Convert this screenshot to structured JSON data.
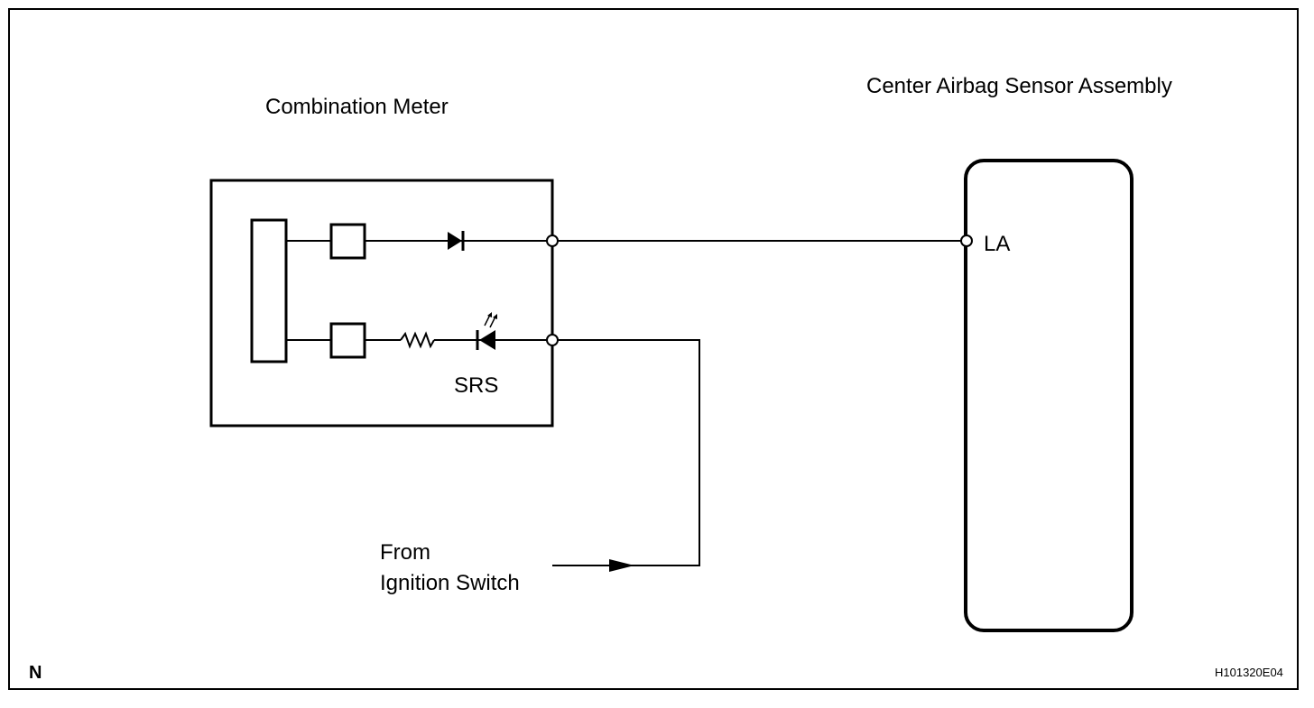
{
  "diagram": {
    "combination_meter_label": "Combination Meter",
    "airbag_sensor_label": "Center Airbag Sensor Assembly",
    "terminal_la_label": "LA",
    "srs_label": "SRS",
    "from_label_line1": "From",
    "from_label_line2": "Ignition Switch",
    "corner_letter": "N",
    "figure_code": "H101320E04"
  },
  "colors": {
    "line": "#000000",
    "background": "#ffffff"
  }
}
